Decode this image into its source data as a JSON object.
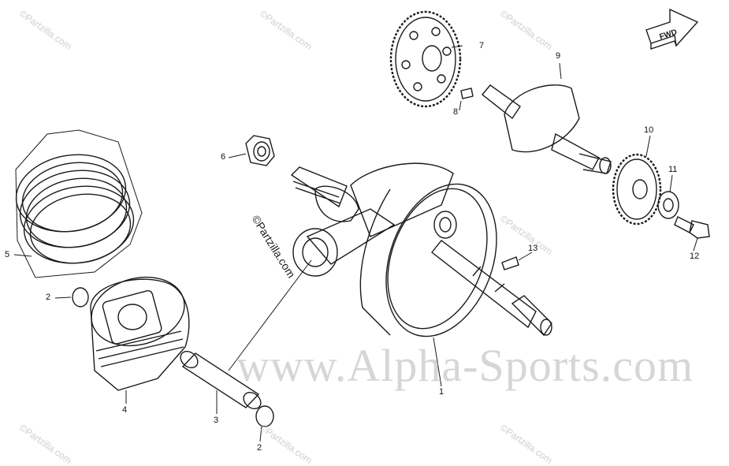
{
  "watermarks": {
    "main": "www.Alpha-Sports.com",
    "site": "©Partzilla.com"
  },
  "direction_arrow": {
    "label": "FWD"
  },
  "callouts": [
    "1",
    "2",
    "2",
    "3",
    "4",
    "5",
    "6",
    "7",
    "8",
    "9",
    "10",
    "11",
    "12",
    "13"
  ],
  "colors": {
    "line": "#1a1a1a",
    "watermark": "#d0d0d0"
  }
}
